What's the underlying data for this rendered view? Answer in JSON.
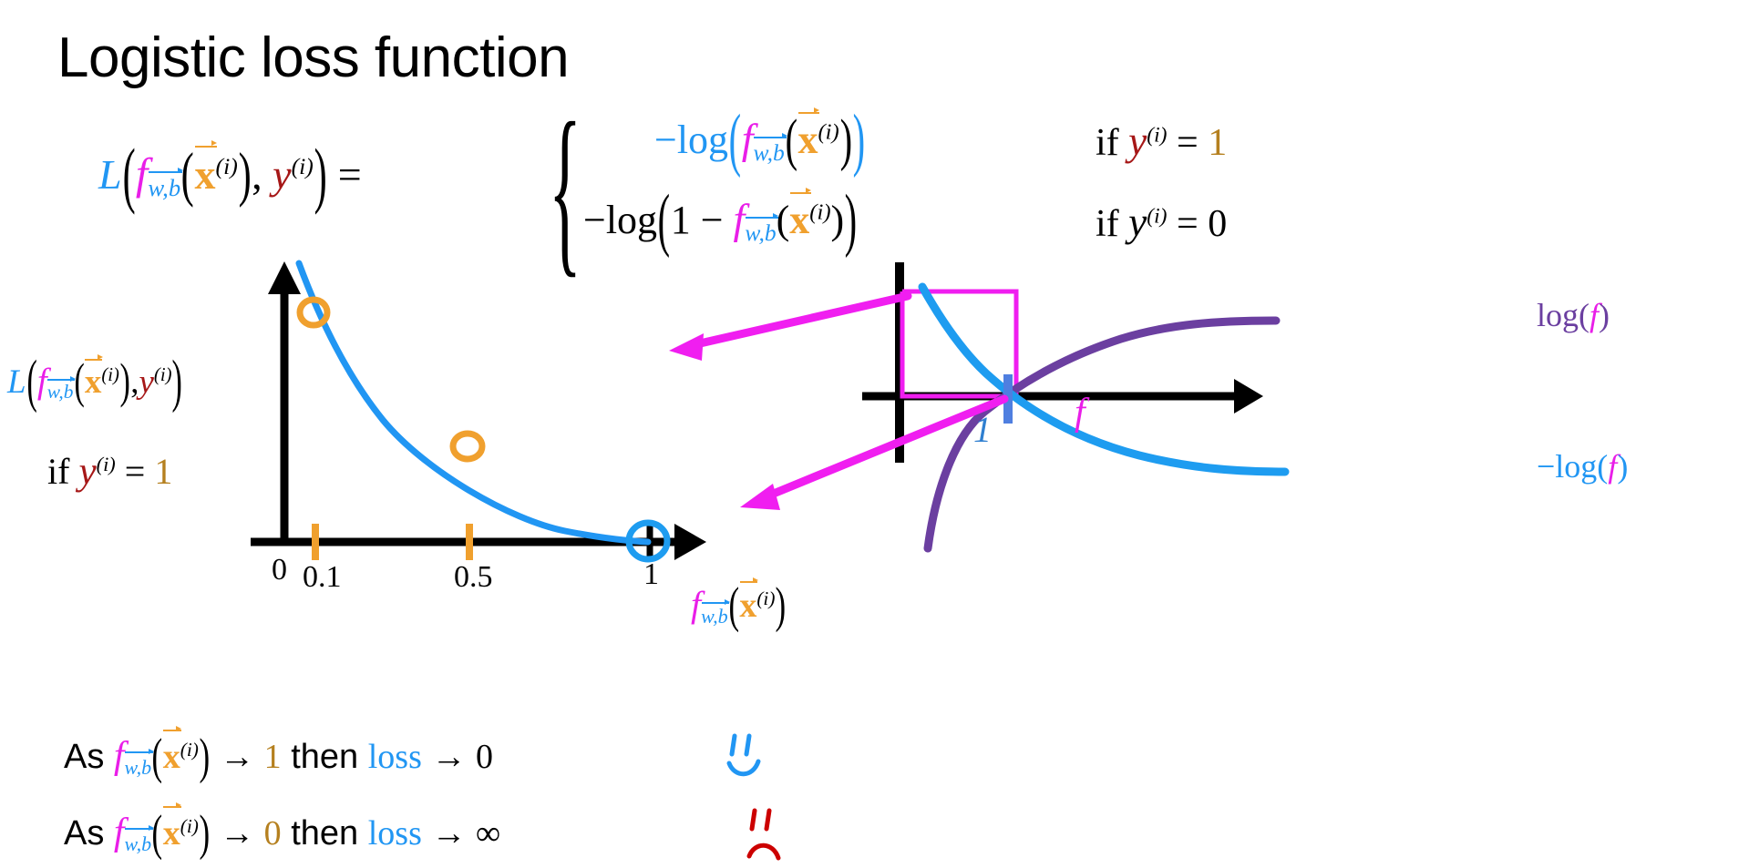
{
  "slide": {
    "title": "Logistic loss function",
    "background": "#ffffff"
  },
  "colors": {
    "blue": "#2196f3",
    "magenta": "#e91ee8",
    "orange": "#f0a02e",
    "dark_red": "#a61717",
    "gold": "#b5801f",
    "purple": "#6b3fa0",
    "black": "#000000"
  },
  "formula": {
    "lhs": {
      "L": "L",
      "open_paren": "(",
      "f": "f",
      "sub": "w,b",
      "inner_open": "(",
      "x": "x",
      "x_sup": "(i)",
      "inner_close": ")",
      "comma": ",",
      "y": "y",
      "y_sup": "(i)",
      "close_paren": ")",
      "equals": "="
    },
    "brace": "{",
    "case1": {
      "neg_log": "−log",
      "open": "(",
      "f": "f",
      "sub": "w,b",
      "inner_open": "(",
      "x": "x",
      "sup": "(i)",
      "inner_close": ")",
      "close": ")",
      "condition_if": "if",
      "condition_y": "y",
      "condition_sup": "(i)",
      "condition_eq": "=",
      "condition_value": "1"
    },
    "case2": {
      "neg_log": "−log",
      "open": "(",
      "one": "1",
      "minus": "−",
      "f": "f",
      "sub": "w,b",
      "inner_open": "(",
      "x": "x",
      "sup": "(i)",
      "inner_close": ")",
      "close": ")",
      "condition_if": "if",
      "condition_y": "y",
      "condition_sup": "(i)",
      "condition_eq": "=",
      "condition_value": "0"
    }
  },
  "left_plot": {
    "y_axis_label": {
      "L": "L",
      "open": "(",
      "f": "f",
      "sub": "w,b",
      "inner_open": "(",
      "x": "x",
      "x_sup": "(i)",
      "inner_close": ")",
      "comma": ",",
      "y": "y",
      "y_sup": "(i)",
      "close": ")"
    },
    "condition": {
      "if": "if",
      "y": "y",
      "sup": "(i)",
      "eq": "=",
      "value": "1"
    },
    "x_tick_labels": [
      "0",
      "0.1",
      "0.5",
      "1"
    ],
    "x_axis_caption": {
      "f": "f",
      "sub": "w,b",
      "open": "(",
      "x": "x",
      "sup": "(i)",
      "close": ")"
    },
    "markers": [
      {
        "name": "orange-circle-at-0.1",
        "x": 0.1,
        "color": "#f0a02e"
      },
      {
        "name": "orange-circle-at-0.5",
        "x": 0.5,
        "color": "#f0a02e"
      },
      {
        "name": "blue-circle-at-1",
        "x": 1.0,
        "color": "#2196f3"
      }
    ]
  },
  "right_plot": {
    "label_log_f": {
      "prefix": "log(",
      "f": "f",
      "suffix": ")"
    },
    "label_neg_log_f": {
      "prefix": "−log(",
      "f": "f",
      "suffix": ")"
    },
    "axis_tick_label": "1",
    "f_label": "f"
  },
  "bottom_lines": [
    {
      "as": "As",
      "f": "f",
      "sub": "w,b",
      "open": "(",
      "x": "x",
      "sup": "(i)",
      "close": ")",
      "arrow": "→",
      "limit": "1",
      "then": "then",
      "loss": "loss",
      "arrow2": "→",
      "result": "0",
      "face": "smiley-face",
      "face_color": "#2196f3"
    },
    {
      "as": "As",
      "f": "f",
      "sub": "w,b",
      "open": "(",
      "x": "x",
      "sup": "(i)",
      "close": ")",
      "arrow": "→",
      "limit": "0",
      "then": "then",
      "loss": "loss",
      "arrow2": "→",
      "result": "∞",
      "face": "sad-face",
      "face_color": "#cc0000"
    }
  ],
  "chart_data": [
    {
      "type": "line",
      "name": "left-loss-curve",
      "title": "Logistic loss when y = 1",
      "xlabel": "f_w,b(x^(i))",
      "ylabel": "L(f_w,b(x^(i)), y^(i))",
      "xlim": [
        0,
        1.05
      ],
      "ylim": [
        0,
        3.0
      ],
      "grid": false,
      "x": [
        0.07,
        0.1,
        0.2,
        0.3,
        0.4,
        0.5,
        0.6,
        0.7,
        0.8,
        0.9,
        1.0
      ],
      "y": [
        2.66,
        2.3,
        1.61,
        1.2,
        0.92,
        0.69,
        0.51,
        0.36,
        0.22,
        0.11,
        0.0
      ],
      "tick_values": [
        0,
        0.1,
        0.5,
        1
      ],
      "tick_labels": [
        "0",
        "0.1",
        "0.5",
        "1"
      ],
      "annotations": [
        {
          "label": "orange marker",
          "x": 0.1,
          "y": 2.3
        },
        {
          "label": "orange marker",
          "x": 0.5,
          "y": 0.69
        },
        {
          "label": "blue marker",
          "x": 1.0,
          "y": 0.0
        }
      ]
    },
    {
      "type": "line",
      "name": "right-log-curves",
      "title": "log(f) and -log(f)",
      "xlabel": "f",
      "ylabel": "",
      "grid": false,
      "legend_position": "right",
      "series": [
        {
          "name": "log(f)",
          "color": "#6b3fa0",
          "x": [
            0.05,
            0.2,
            0.4,
            0.6,
            1.0,
            1.6,
            2.4,
            3.2,
            4.0
          ],
          "y": [
            -3.0,
            -1.6,
            -0.92,
            -0.51,
            0.0,
            0.47,
            0.88,
            1.16,
            1.39
          ]
        },
        {
          "name": "-log(f)",
          "color": "#2196f3",
          "x": [
            0.05,
            0.2,
            0.4,
            0.6,
            1.0,
            1.6,
            2.4,
            3.2,
            4.0
          ],
          "y": [
            3.0,
            1.6,
            0.92,
            0.51,
            0.0,
            -0.47,
            -0.88,
            -1.16,
            -1.39
          ]
        }
      ],
      "marked_x": 1
    }
  ]
}
